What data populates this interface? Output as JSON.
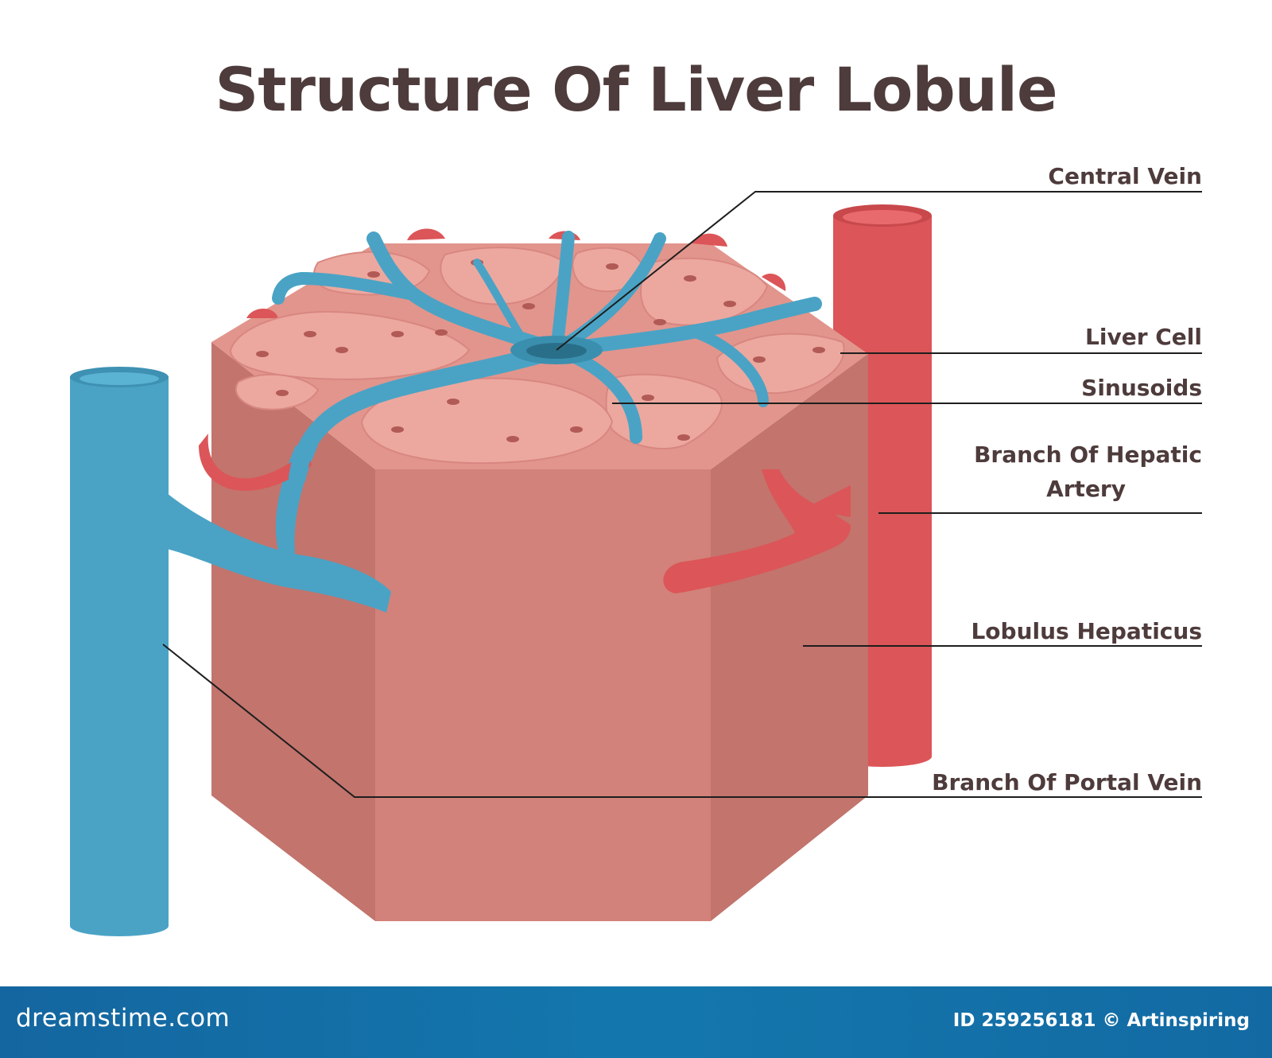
{
  "title": "Structure Of Liver Lobule",
  "labels": {
    "central_vein": "Central Vein",
    "liver_cell": "Liver Cell",
    "sinusoids": "Sinusoids",
    "hepatic_artery_line1": "Branch Of Hepatic",
    "hepatic_artery_line2": "Artery",
    "lobulus": "Lobulus Hepaticus",
    "portal_vein": "Branch Of Portal Vein"
  },
  "footer": {
    "logo": "dreamstime.com",
    "id_text": "ID 259256181 © Artinspiring"
  },
  "colors": {
    "tissue_front": "#d2827a",
    "tissue_side": "#c2746d",
    "tissue_top": "#e59b91",
    "cell": "#eca89f",
    "sinusoid": "#4aa3c5",
    "artery": "#dc5558",
    "label_text": "#4e3b3b",
    "footer_bg": "#136ea8"
  }
}
